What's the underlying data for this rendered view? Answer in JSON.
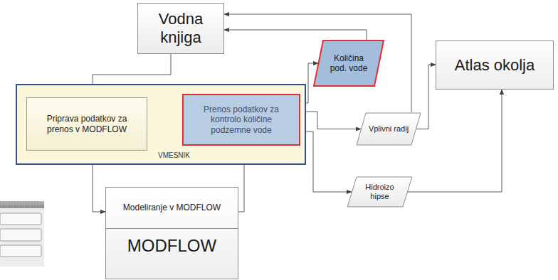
{
  "diagram": {
    "nodes": [
      {
        "text": [
          "Vodna knjiga"
        ]
      },
      {
        "text": [
          "VMESNIK"
        ]
      },
      {
        "text": [
          "Priprava podatkov za prenos v MODFLOW"
        ],
        "in": 1
      },
      {
        "text": [
          "Prenos podatkov za kontrolo količine podzemne vode"
        ],
        "in": 1
      },
      {
        "text": [
          "Količina pod. vode"
        ]
      },
      {
        "text": [
          "Atlas okolja"
        ]
      },
      {
        "text": [
          "Vplivni radij"
        ]
      },
      {
        "text": [
          "Hidroizo hipse"
        ]
      },
      {
        "text": [
          "Modeliranje v MODFLOW",
          "MODFLOW"
        ]
      }
    ],
    "edges": [
      {
        "from": 0,
        "to": 2,
        "arrow": "to"
      },
      {
        "from": 2,
        "to": 8,
        "arrow": "to"
      },
      {
        "from": 8,
        "to": 3,
        "arrow": "to"
      },
      {
        "from": 3,
        "to": 4,
        "arrow": "to"
      },
      {
        "from": 3,
        "to": 6,
        "arrow": "to"
      },
      {
        "from": 3,
        "to": 7,
        "arrow": "to"
      },
      {
        "from": 4,
        "to": 0,
        "arrow": "to"
      },
      {
        "from": 6,
        "to": 0,
        "arrow": "to"
      },
      {
        "from": 6,
        "to": 5,
        "arrow": "to"
      },
      {
        "from": 7,
        "to": 5,
        "arrow": "to"
      }
    ]
  }
}
